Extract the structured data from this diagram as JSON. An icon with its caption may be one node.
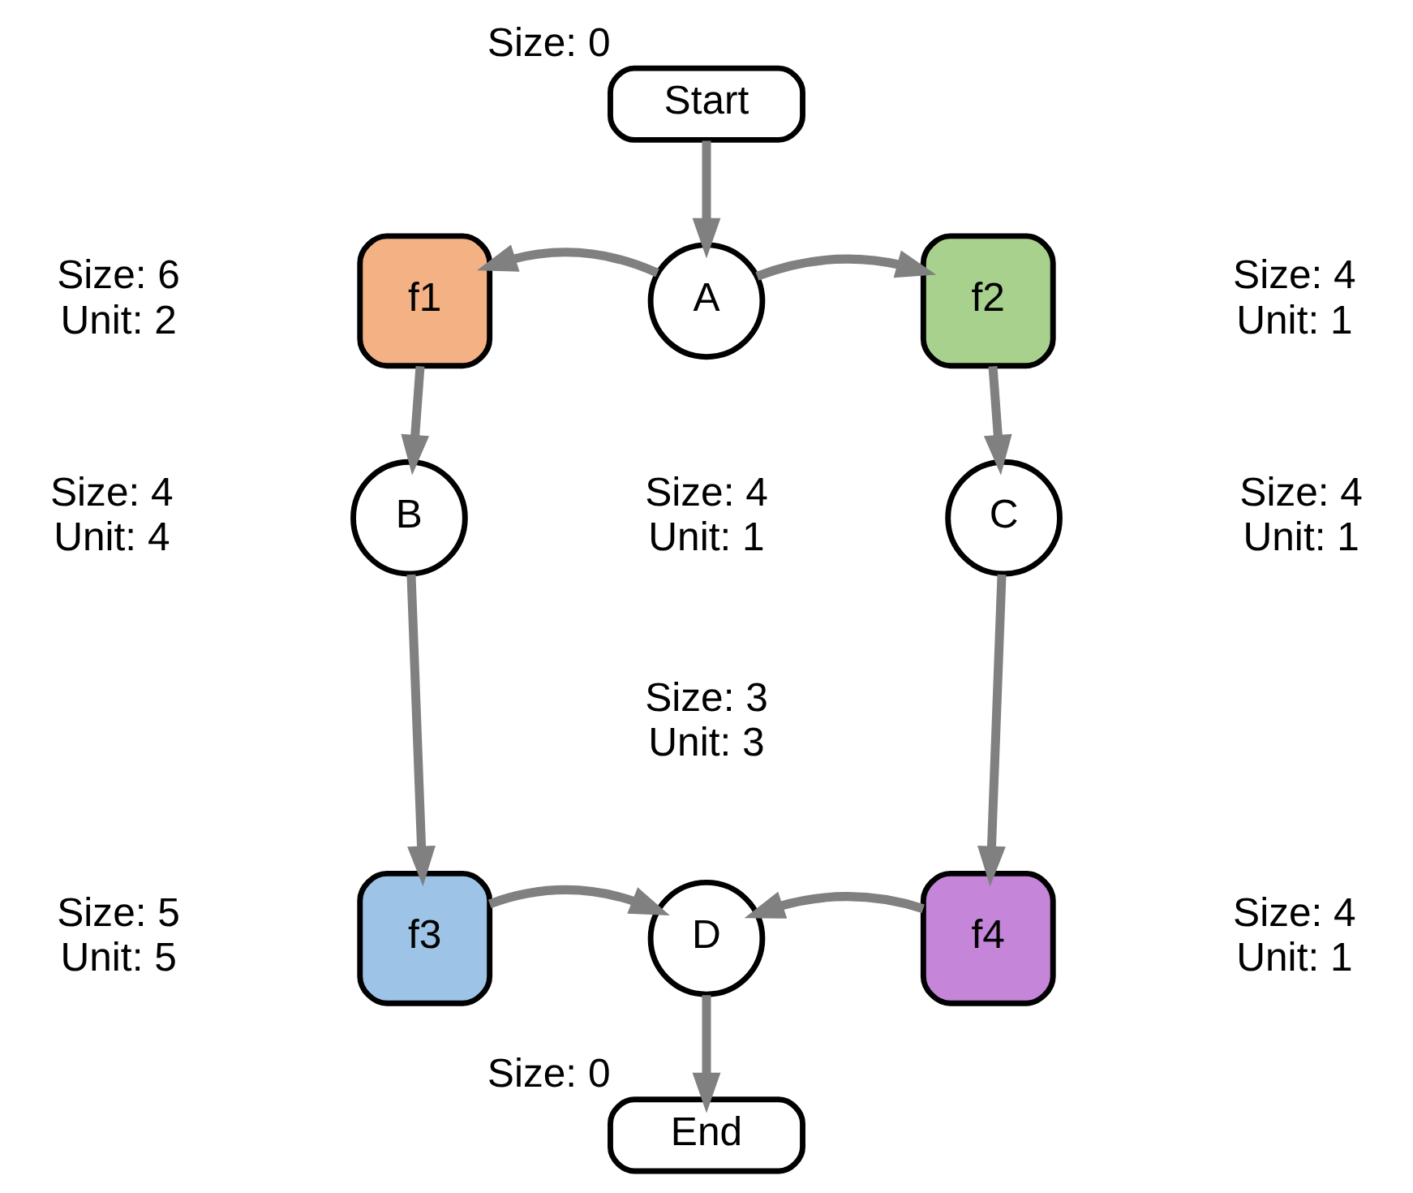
{
  "diagram": {
    "nodes": [
      {
        "text": [
          "Start"
        ],
        "beside": [
          "Size: 0"
        ]
      },
      {
        "text": [
          "A"
        ],
        "beside": [
          "Size: 4",
          "Unit: 1"
        ]
      },
      {
        "text": [
          "f1"
        ],
        "beside": [
          "Size: 6",
          "Unit: 2"
        ]
      },
      {
        "text": [
          "f2"
        ],
        "beside": [
          "Size: 4",
          "Unit: 1"
        ]
      },
      {
        "text": [
          "B"
        ],
        "beside": [
          "Size: 4",
          "Unit: 4"
        ]
      },
      {
        "text": [
          "C"
        ],
        "beside": [
          "Size: 4",
          "Unit: 1"
        ]
      },
      {
        "text": [
          "f3"
        ],
        "beside": [
          "Size: 5",
          "Unit: 5"
        ]
      },
      {
        "text": [
          "D"
        ],
        "beside": [
          "Size: 3",
          "Unit: 3"
        ]
      },
      {
        "text": [
          "f4"
        ],
        "beside": [
          "Size: 4",
          "Unit: 1"
        ]
      },
      {
        "text": [
          "End"
        ],
        "beside": [
          "Size: 0"
        ]
      }
    ],
    "edges": [
      {
        "from": 0,
        "to": 1,
        "arrow": "to"
      },
      {
        "from": 1,
        "to": 2,
        "arrow": "to"
      },
      {
        "from": 1,
        "to": 3,
        "arrow": "to"
      },
      {
        "from": 2,
        "to": 4,
        "arrow": "to"
      },
      {
        "from": 3,
        "to": 5,
        "arrow": "to"
      },
      {
        "from": 4,
        "to": 6,
        "arrow": "to"
      },
      {
        "from": 5,
        "to": 8,
        "arrow": "to"
      },
      {
        "from": 6,
        "to": 7,
        "arrow": "to"
      },
      {
        "from": 8,
        "to": 7,
        "arrow": "to"
      },
      {
        "from": 7,
        "to": 9,
        "arrow": "to"
      }
    ]
  }
}
